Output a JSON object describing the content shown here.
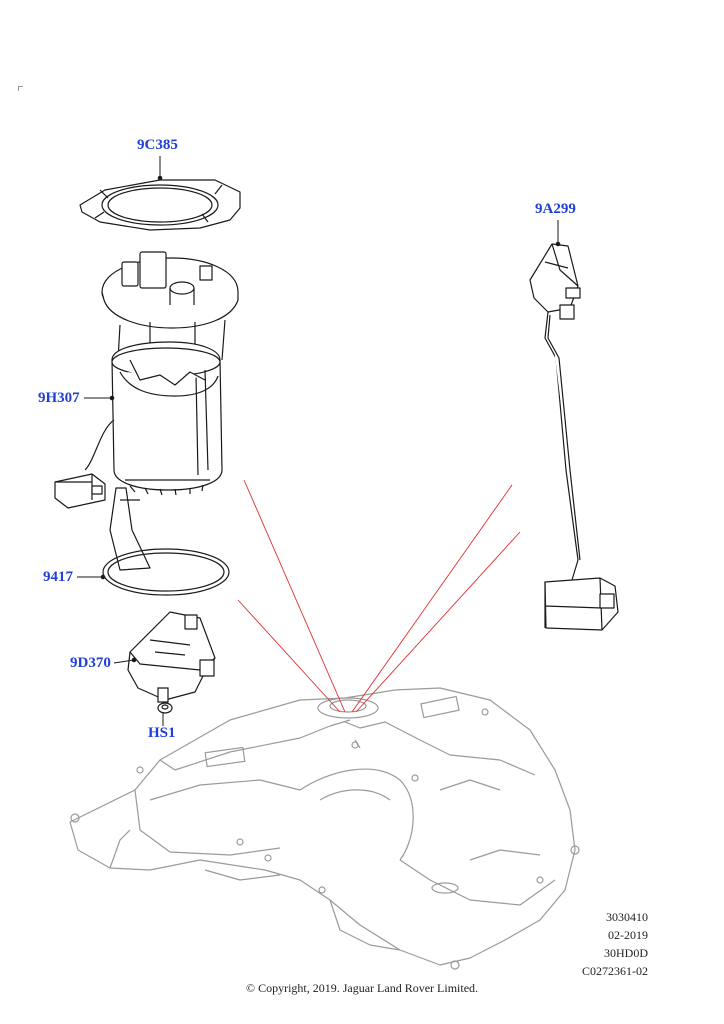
{
  "callouts": {
    "ring_seal": "9C385",
    "level_sender": "9A299",
    "pump_module": "9H307",
    "o_ring": "9417",
    "control_module": "9D370",
    "screw": "HS1"
  },
  "metadata": {
    "line1": "3030410",
    "line2": "02-2019",
    "line3": "30HD0D",
    "line4": "C0272361-02"
  },
  "copyright": "© Copyright, 2019. Jaguar Land Rover Limited.",
  "colors": {
    "callout": "#1f3fd6",
    "line_art": "#1a1a1a",
    "tank_outline": "#9a9a9a",
    "leader_red": "#e03030"
  }
}
